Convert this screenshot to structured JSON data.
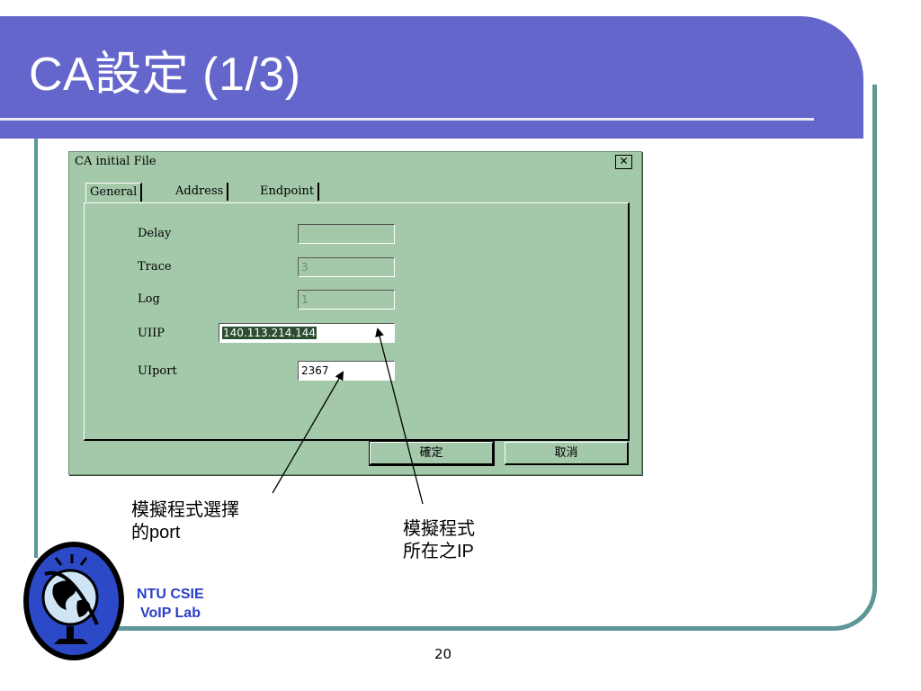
{
  "slide": {
    "title": "CA設定 (1/3)",
    "page_number": "20"
  },
  "dialog": {
    "title": "CA initial File",
    "close_label": "✕",
    "tabs": [
      "General",
      "Address",
      "Endpoint"
    ],
    "fields": {
      "delay": {
        "label": "Delay",
        "value": ""
      },
      "trace": {
        "label": "Trace",
        "value": "3"
      },
      "log": {
        "label": "Log",
        "value": "1"
      },
      "uiip": {
        "label": "UIIP",
        "value": "140.113.214.144"
      },
      "uiport": {
        "label": "UIport",
        "value": "2367"
      }
    },
    "buttons": {
      "ok": "確定",
      "cancel": "取消"
    }
  },
  "annotations": {
    "port_note_line1": "模擬程式選擇",
    "port_note_line2": "的port",
    "ip_note_line1": "模擬程式",
    "ip_note_line2": "所在之IP"
  },
  "logo": {
    "line1": "NTU CSIE",
    "line2": "VoIP Lab"
  },
  "colors": {
    "title_band": "#6466cc",
    "frame": "#5f9697",
    "dialog_bg": "#a4c9aa",
    "logo_text": "#2a3fc8"
  }
}
